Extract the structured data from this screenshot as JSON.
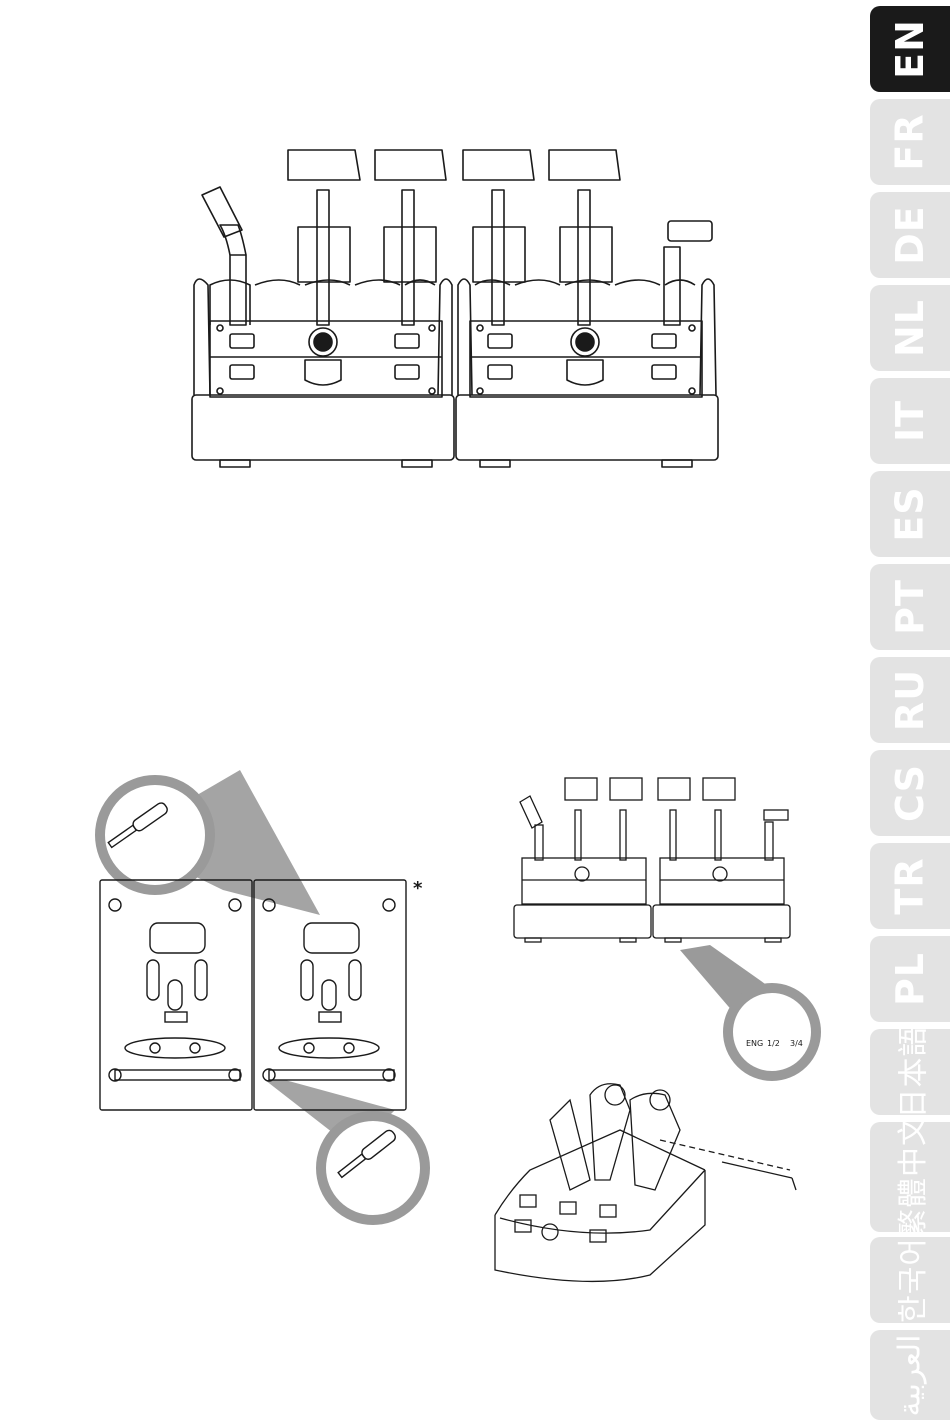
{
  "language_tabs": [
    {
      "label": "EN",
      "active": true
    },
    {
      "label": "FR"
    },
    {
      "label": "DE"
    },
    {
      "label": "NL"
    },
    {
      "label": "IT"
    },
    {
      "label": "ES"
    },
    {
      "label": "PT"
    },
    {
      "label": "RU"
    },
    {
      "label": "CS"
    },
    {
      "label": "TR"
    },
    {
      "label": "PL"
    },
    {
      "label": "日本語"
    },
    {
      "label": "繁體中文"
    },
    {
      "label": "한국어"
    },
    {
      "label": "العربية"
    }
  ],
  "figures": {
    "base_plate_footnote": "*",
    "switch_labels": {
      "left": "ENG",
      "middle": "1/2",
      "right": "3/4"
    }
  },
  "colors": {
    "tab_active": "#1a1a1a",
    "tab_inactive": "#e3e3e3",
    "line": "#1a1a1a",
    "magnifier": "#9a9a9a"
  }
}
